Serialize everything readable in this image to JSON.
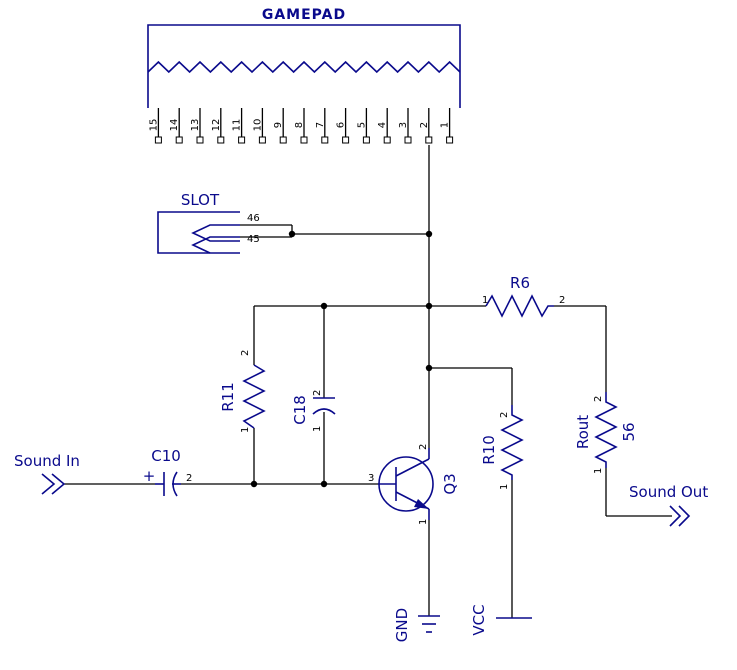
{
  "gamepad": {
    "label": "GAMEPAD",
    "pins": [
      "15",
      "14",
      "13",
      "12",
      "11",
      "10",
      "9",
      "8",
      "7",
      "6",
      "5",
      "4",
      "3",
      "2",
      "1"
    ]
  },
  "slot": {
    "label": "SLOT",
    "pin_top": "46",
    "pin_bottom": "45"
  },
  "r6": {
    "label": "R6",
    "pin1": "1",
    "pin2": "2"
  },
  "r11": {
    "label": "R11",
    "pin1": "1",
    "pin2": "2"
  },
  "c18": {
    "label": "C18",
    "pin1": "1",
    "pin2": "2"
  },
  "c10": {
    "label": "C10",
    "pin2": "2",
    "polarity": "+"
  },
  "q3": {
    "label": "Q3",
    "pin1": "1",
    "pin2": "2",
    "pin3": "3"
  },
  "r10": {
    "label": "R10",
    "pin1": "1",
    "pin2": "2"
  },
  "rout": {
    "label": "Rout",
    "value": "56",
    "pin1": "1",
    "pin2": "2"
  },
  "sound_in": {
    "label": "Sound In"
  },
  "sound_out": {
    "label": "Sound Out"
  },
  "gnd": {
    "label": "GND"
  },
  "vcc": {
    "label": "VCC"
  },
  "colors": {
    "wire": "#000000",
    "symbol": "#0a0a8c",
    "background": "#ffffff"
  }
}
